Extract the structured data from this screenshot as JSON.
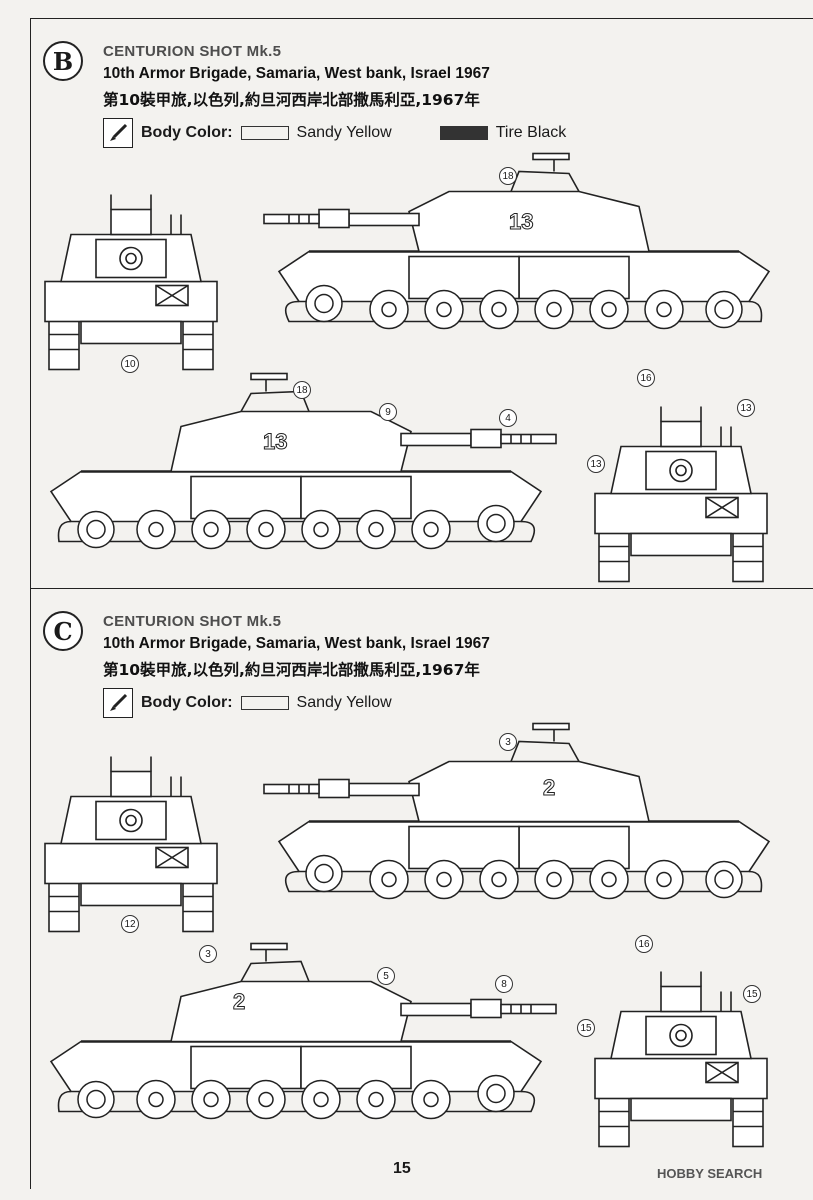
{
  "page_number": "15",
  "watermark": "HOBBY SEARCH",
  "panels": [
    {
      "letter": "B",
      "name": "CENTURION SHOT Mk.5",
      "unit": "10th Armor Brigade, Samaria, West bank, Israel 1967",
      "unit_chinese": "第10裝甲旅,以色列,約旦河西岸北部撒馬利亞,1967年",
      "body_color_label": "Body Color:",
      "colors": [
        {
          "label": "Sandy Yellow",
          "swatch": "#ffffff"
        },
        {
          "label": "Tire Black",
          "swatch": "#333333"
        }
      ],
      "turret_number": "13",
      "callouts": [
        "18",
        "10",
        "18",
        "9",
        "4",
        "16",
        "13",
        "13"
      ]
    },
    {
      "letter": "C",
      "name": "CENTURION SHOT Mk.5",
      "unit": "10th Armor Brigade, Samaria, West bank, Israel 1967",
      "unit_chinese": "第10裝甲旅,以色列,約旦河西岸北部撒馬利亞,1967年",
      "body_color_label": "Body Color:",
      "colors": [
        {
          "label": "Sandy Yellow",
          "swatch": "#ffffff"
        }
      ],
      "turret_number": "2",
      "callouts": [
        "3",
        "12",
        "3",
        "5",
        "8",
        "16",
        "15",
        "15"
      ]
    }
  ]
}
